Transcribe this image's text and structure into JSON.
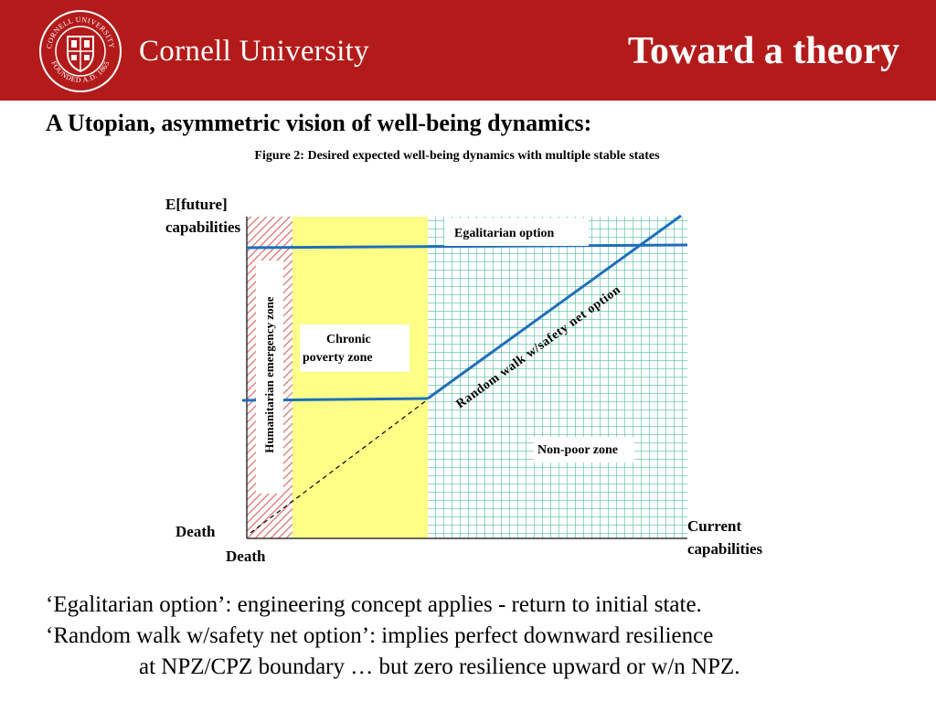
{
  "header": {
    "brand_name": "Cornell University",
    "slide_title": "Toward a theory",
    "seal": {
      "top_text": "CORNELL UNIVERSITY",
      "bottom_text": "FOUNDED A.D. 1865"
    }
  },
  "subtitle": "A Utopian, asymmetric vision of well-being dynamics:",
  "figure": {
    "caption": "Figure 2: Desired expected well-being dynamics with multiple stable states",
    "y_axis_label": [
      "E[future]",
      "capabilities"
    ],
    "x_axis_label": [
      "Current",
      "capabilities"
    ],
    "y_death_label": "Death",
    "x_death_label": "Death",
    "zones": {
      "humanitarian": "Humanitarian emergency zone",
      "chronic": [
        "Chronic",
        "poverty zone"
      ],
      "non_poor": "Non-poor zone"
    },
    "options": {
      "egalitarian": "Egalitarian option",
      "random_walk": "Random walk w/safety net option"
    },
    "colors": {
      "line_blue": "#1f6fb8",
      "chronic_yellow": "#ffff88",
      "grid_green": "#4dbd9a",
      "hatch_red": "#e07070",
      "header_red": "#b31b1b"
    }
  },
  "notes": {
    "line1": "‘Egalitarian option’: engineering concept applies - return to initial state.",
    "line2": "‘Random walk w/safety net option’: implies perfect downward resilience",
    "line3": "at NPZ/CPZ boundary … but zero resilience upward or w/n NPZ."
  }
}
